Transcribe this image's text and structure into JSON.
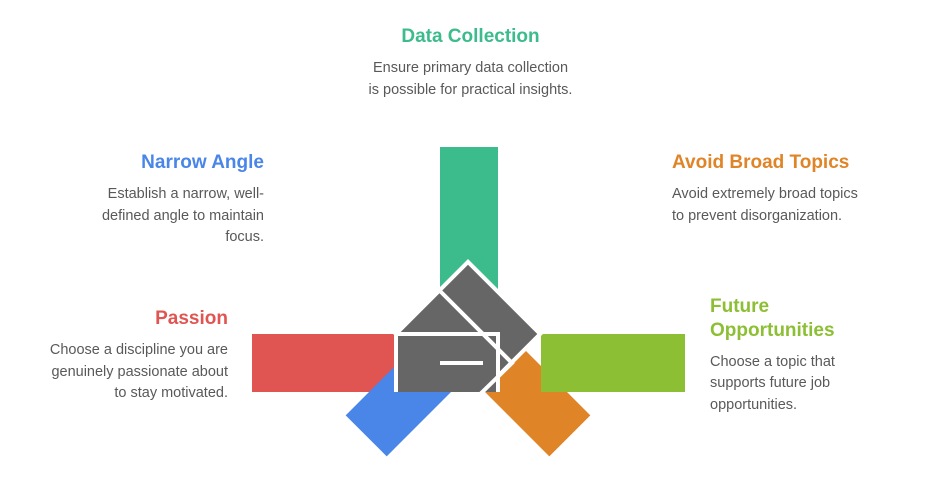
{
  "diagram": {
    "type": "radial-fan-infographic",
    "hub_color": "#666666",
    "background": "#ffffff",
    "stroke_color": "#ffffff",
    "segments": [
      {
        "id": "passion",
        "heading": "Passion",
        "body": "Choose a discipline you are genuinely passionate about to stay motivated.",
        "color": "#E05552",
        "angle_deg": 180,
        "side": "left",
        "align": "right"
      },
      {
        "id": "narrow-angle",
        "heading": "Narrow Angle",
        "body": "Establish a narrow, well-defined angle to maintain focus.",
        "color": "#4A86E8",
        "angle_deg": 135,
        "side": "left",
        "align": "right"
      },
      {
        "id": "data-collection",
        "heading": "Data Collection",
        "body": "Ensure primary data collection is possible for practical insights.",
        "color": "#3CBC8D",
        "angle_deg": 90,
        "side": "top",
        "align": "center"
      },
      {
        "id": "avoid-broad-topics",
        "heading": "Avoid Broad Topics",
        "body": "Avoid extremely broad topics to prevent disorganization.",
        "color": "#E08428",
        "angle_deg": 45,
        "side": "right",
        "align": "left"
      },
      {
        "id": "future-opportunities",
        "heading": "Future Opportunities",
        "body": "Choose a topic that supports future job opportunities.",
        "color": "#8DBF34",
        "angle_deg": 0,
        "side": "right",
        "align": "left"
      }
    ]
  }
}
